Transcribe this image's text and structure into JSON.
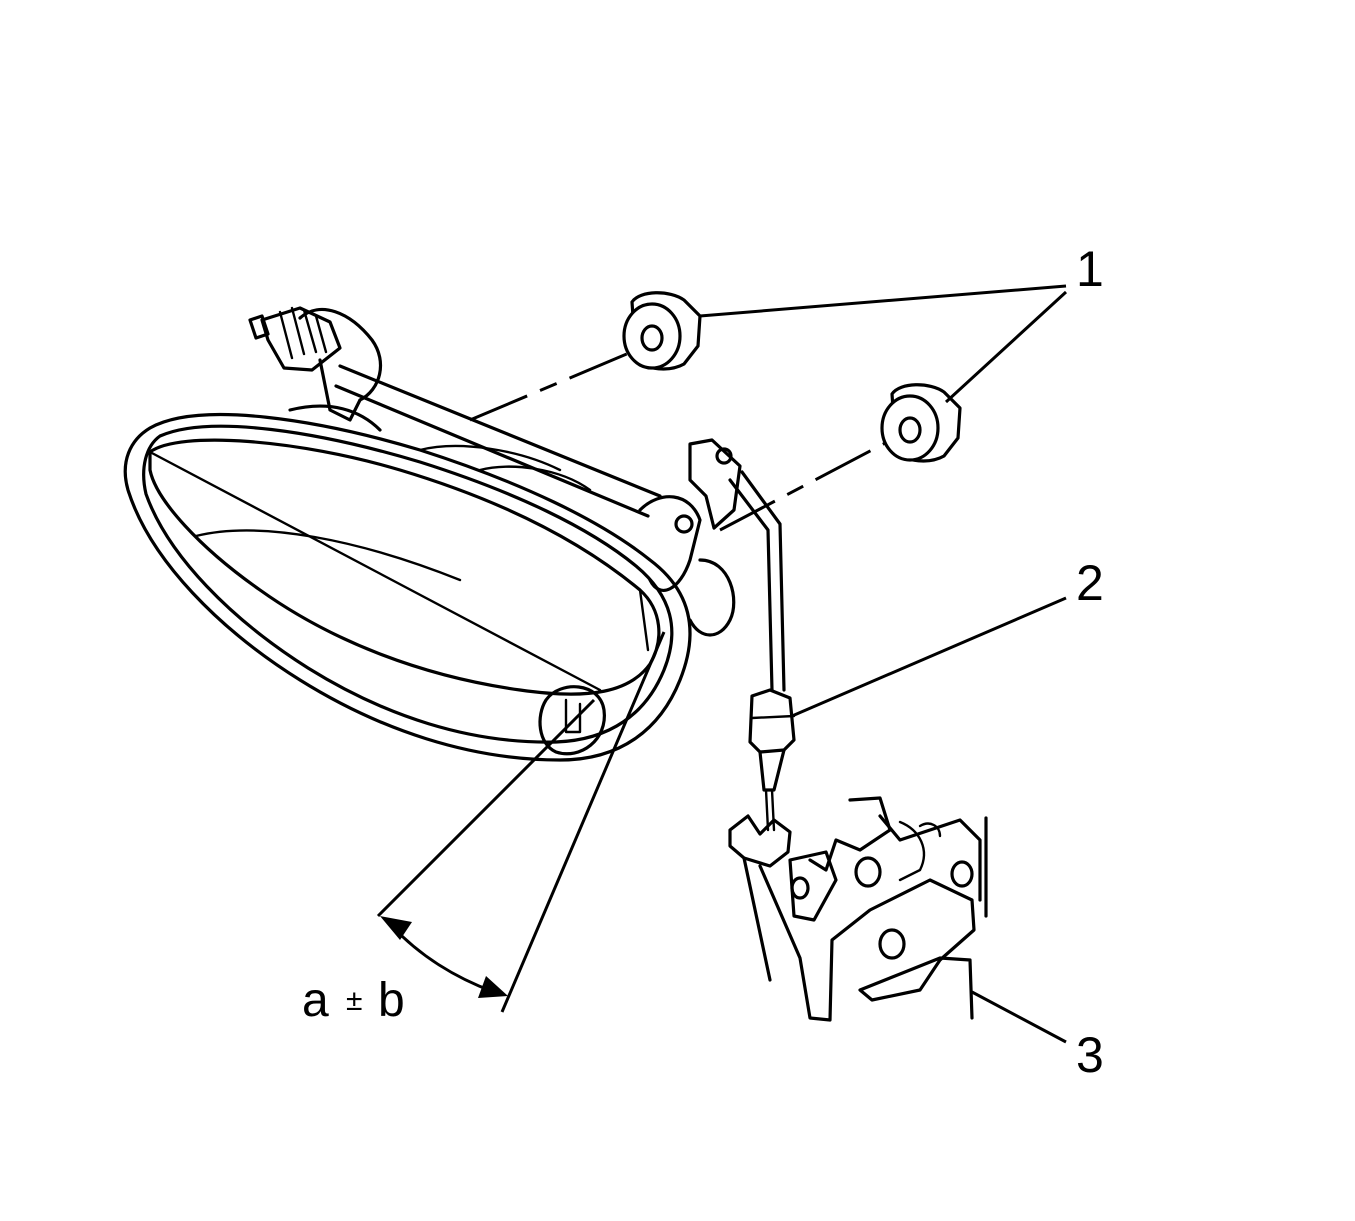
{
  "callouts": {
    "c1": "1",
    "c2": "2",
    "c3": "3"
  },
  "angle": {
    "a": "a",
    "pm": "±",
    "b": "b"
  },
  "colors": {
    "line": "#000000",
    "background": "#ffffff"
  }
}
